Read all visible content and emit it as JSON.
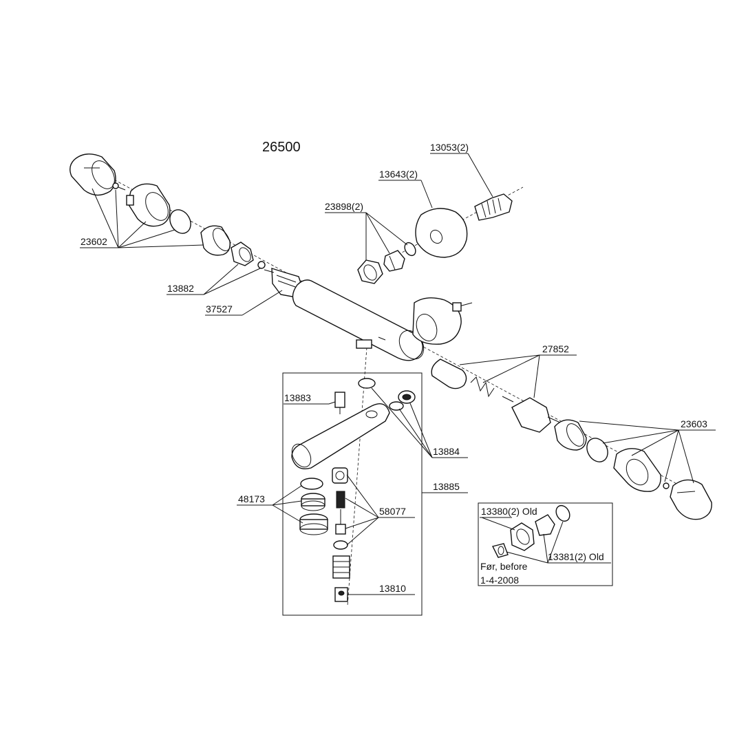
{
  "diagram": {
    "title": "26500",
    "labels": {
      "p13053": "13053(2)",
      "p13643": "13643(2)",
      "p23898": "23898(2)",
      "p23602": "23602",
      "p13882": "13882",
      "p37527": "37527",
      "p27852": "27852",
      "p23603": "23603",
      "p13883": "13883",
      "p13884": "13884",
      "p13885": "13885",
      "p48173": "48173",
      "p58077": "58077",
      "p13810": "13810",
      "p13380": "13380(2) Old",
      "p13381": "13381(2) Old",
      "note_line1": "Før, before",
      "note_line2": "1-4-2008"
    }
  }
}
